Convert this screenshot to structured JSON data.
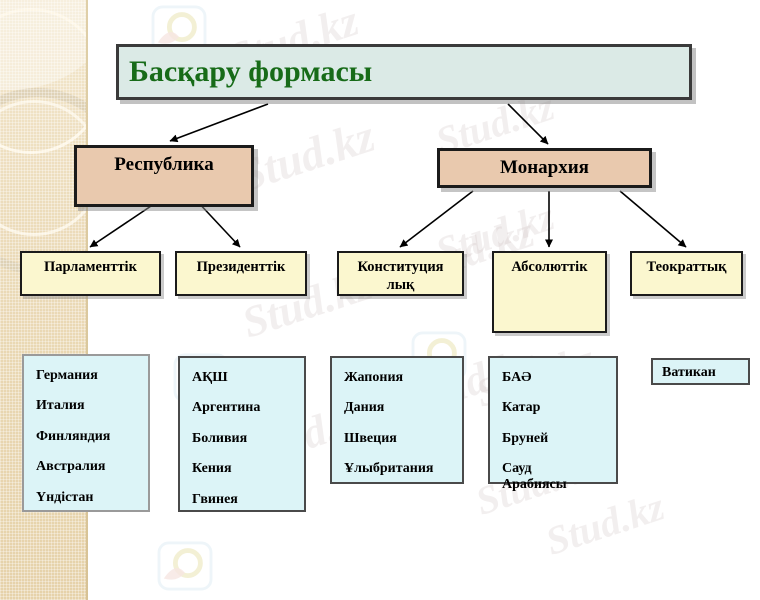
{
  "slide": {
    "title": "Басқару формасы",
    "watermark_text": "Stud.kz",
    "watermark_text_long": "Stud.kz - Stud.kz",
    "colors": {
      "title_text": "#176b18",
      "title_fill": "#dbeae6",
      "level2_fill": "#e9c9ae",
      "level3_fill": "#fbf7cf",
      "list_fill": "#dcf4f7",
      "border": "#1b1b1b",
      "sidebar": "#ecdcbb"
    }
  },
  "level2": {
    "republic": "Республика",
    "monarchy": "Монархия"
  },
  "level3": {
    "parliamentary": "Парламенттік",
    "presidential": "Президенттік",
    "constitutional": "Конституция\nлық",
    "absolute": "Абсолюттік",
    "theocratic": "Теократтық"
  },
  "country_lists": [
    {
      "for": "parliamentary",
      "countries": [
        "Германия",
        "Италия",
        "Финляндия",
        "Австралия",
        "Үндістан"
      ]
    },
    {
      "for": "presidential",
      "countries": [
        "АҚШ",
        "Аргентина",
        "Боливия",
        "Кения",
        "Гвинея"
      ]
    },
    {
      "for": "constitutional",
      "countries": [
        "Жапония",
        "Дания",
        "Швеция",
        "Ұлыбритания"
      ]
    },
    {
      "for": "absolute",
      "countries": [
        "БАӘ",
        "Катар",
        "Бруней",
        "Сауд\nАрабиясы"
      ]
    },
    {
      "for": "theocratic",
      "countries": [
        "Ватикан"
      ]
    }
  ]
}
